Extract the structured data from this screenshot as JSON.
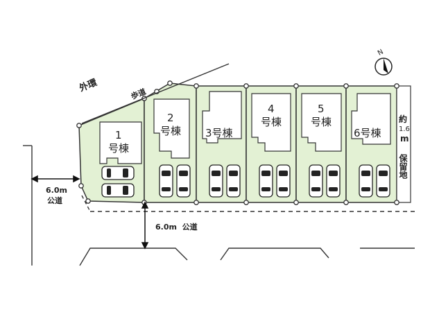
{
  "colors": {
    "lot_fill": "#e3f1d4",
    "building_fill": "#ffffff",
    "line": "#333333",
    "text": "#222222"
  },
  "compass": {
    "letter": "N"
  },
  "roads": {
    "outer_ring": "外環",
    "sidewalk": "歩道",
    "left_road": {
      "width": "6.0m",
      "type": "公道"
    },
    "front_road": "6.0m  公道",
    "reserved_label": "約",
    "reserved_width": "1.6",
    "reserved_unit": "m",
    "reserved_type": "保留地"
  },
  "buildings": [
    {
      "number": "1",
      "suffix": "号棟"
    },
    {
      "number": "2",
      "suffix": "号棟"
    },
    {
      "number": "3号棟"
    },
    {
      "number": "4",
      "suffix": "号棟"
    },
    {
      "number": "5",
      "suffix": "号棟"
    },
    {
      "number": "6号棟"
    }
  ]
}
